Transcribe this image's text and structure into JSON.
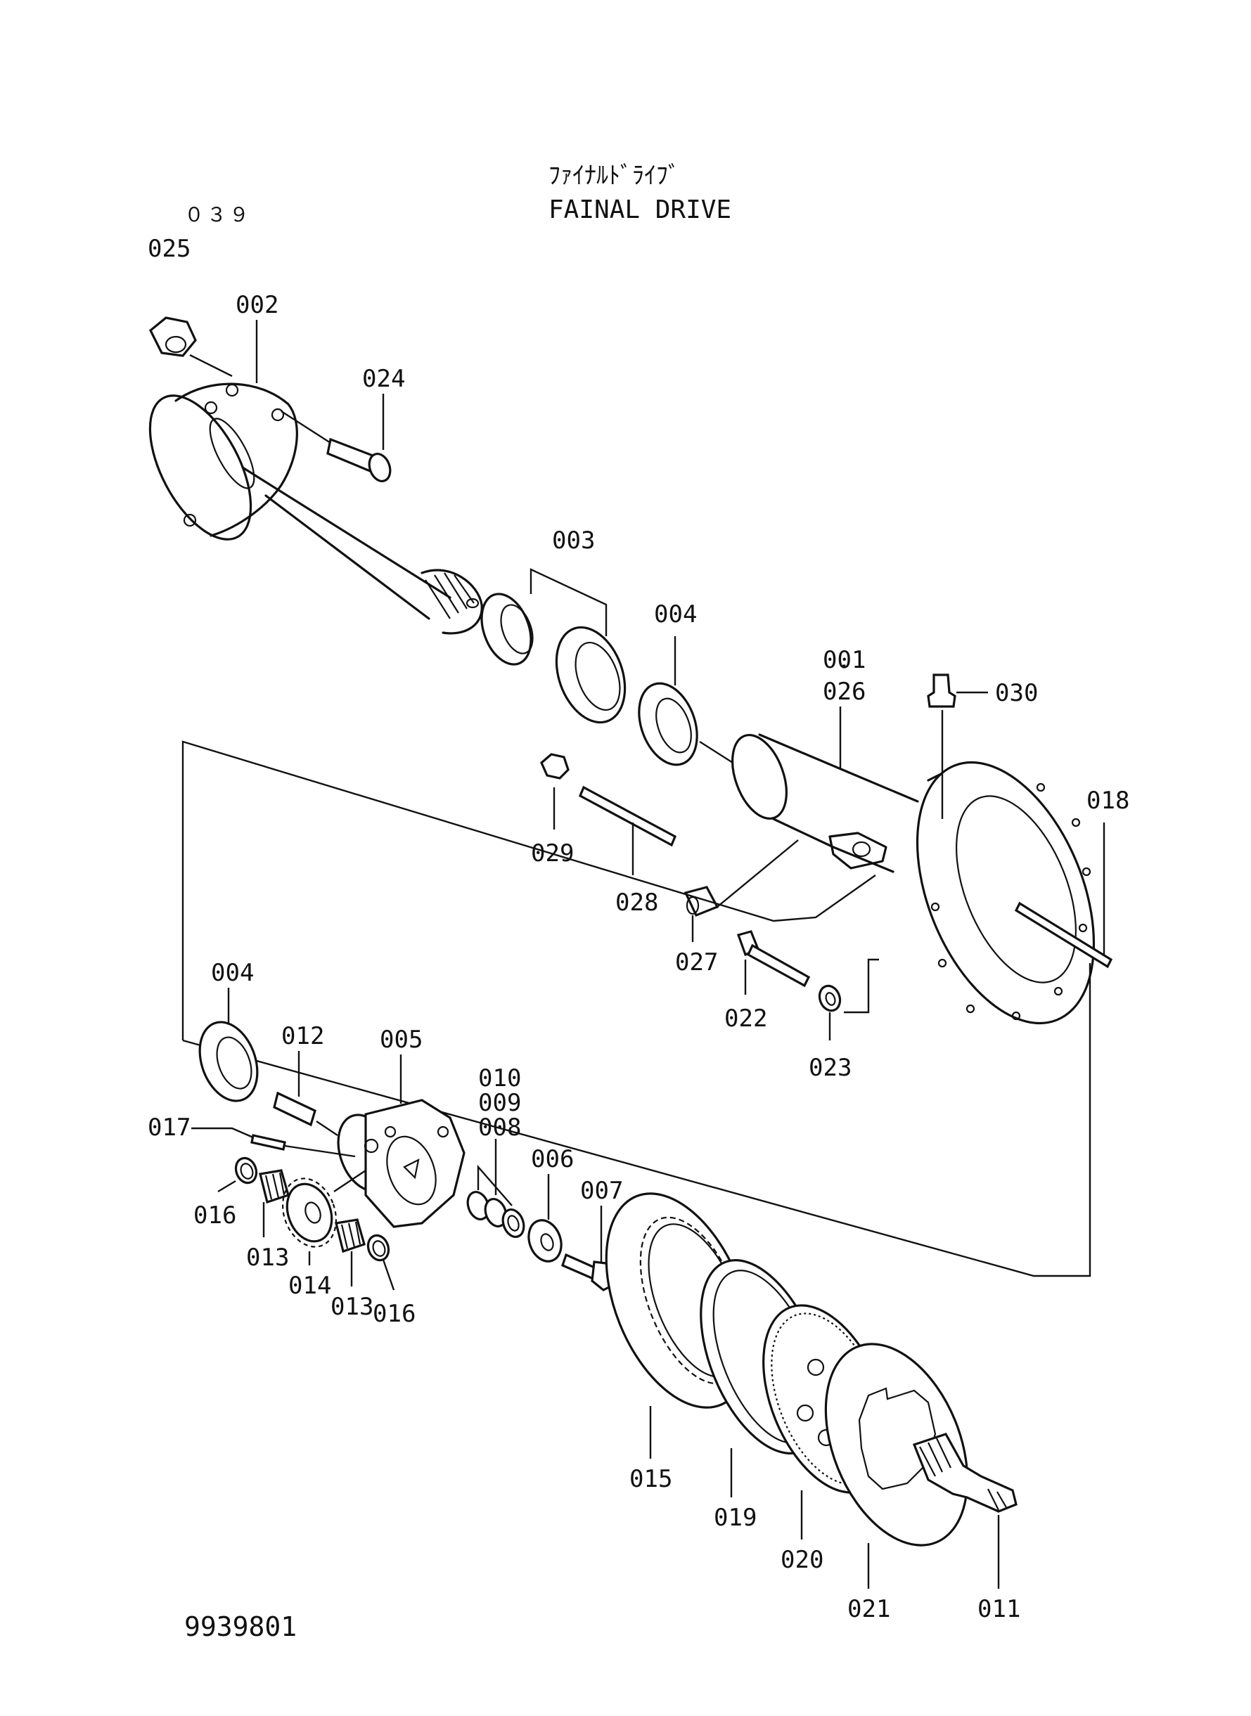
{
  "header": {
    "title_jp": "ﾌｧｲﾅﾙﾄﾞﾗｲﾌﾞ",
    "title_en": "FAINAL DRIVE",
    "page_code": "０３９"
  },
  "footer": {
    "drawing_number": "9939801"
  },
  "labels": {
    "025": "025",
    "002": "002",
    "024": "024",
    "003": "003",
    "004a": "004",
    "001": "001",
    "026": "026",
    "030": "030",
    "018": "018",
    "029": "029",
    "028": "028",
    "027": "027",
    "022": "022",
    "023": "023",
    "004b": "004",
    "012": "012",
    "005": "005",
    "010": "010",
    "009": "009",
    "008": "008",
    "017": "017",
    "006": "006",
    "007": "007",
    "016a": "016",
    "013a": "013",
    "014": "014",
    "013b": "013",
    "016b": "016",
    "015": "015",
    "019": "019",
    "020": "020",
    "021": "021",
    "011": "011"
  }
}
